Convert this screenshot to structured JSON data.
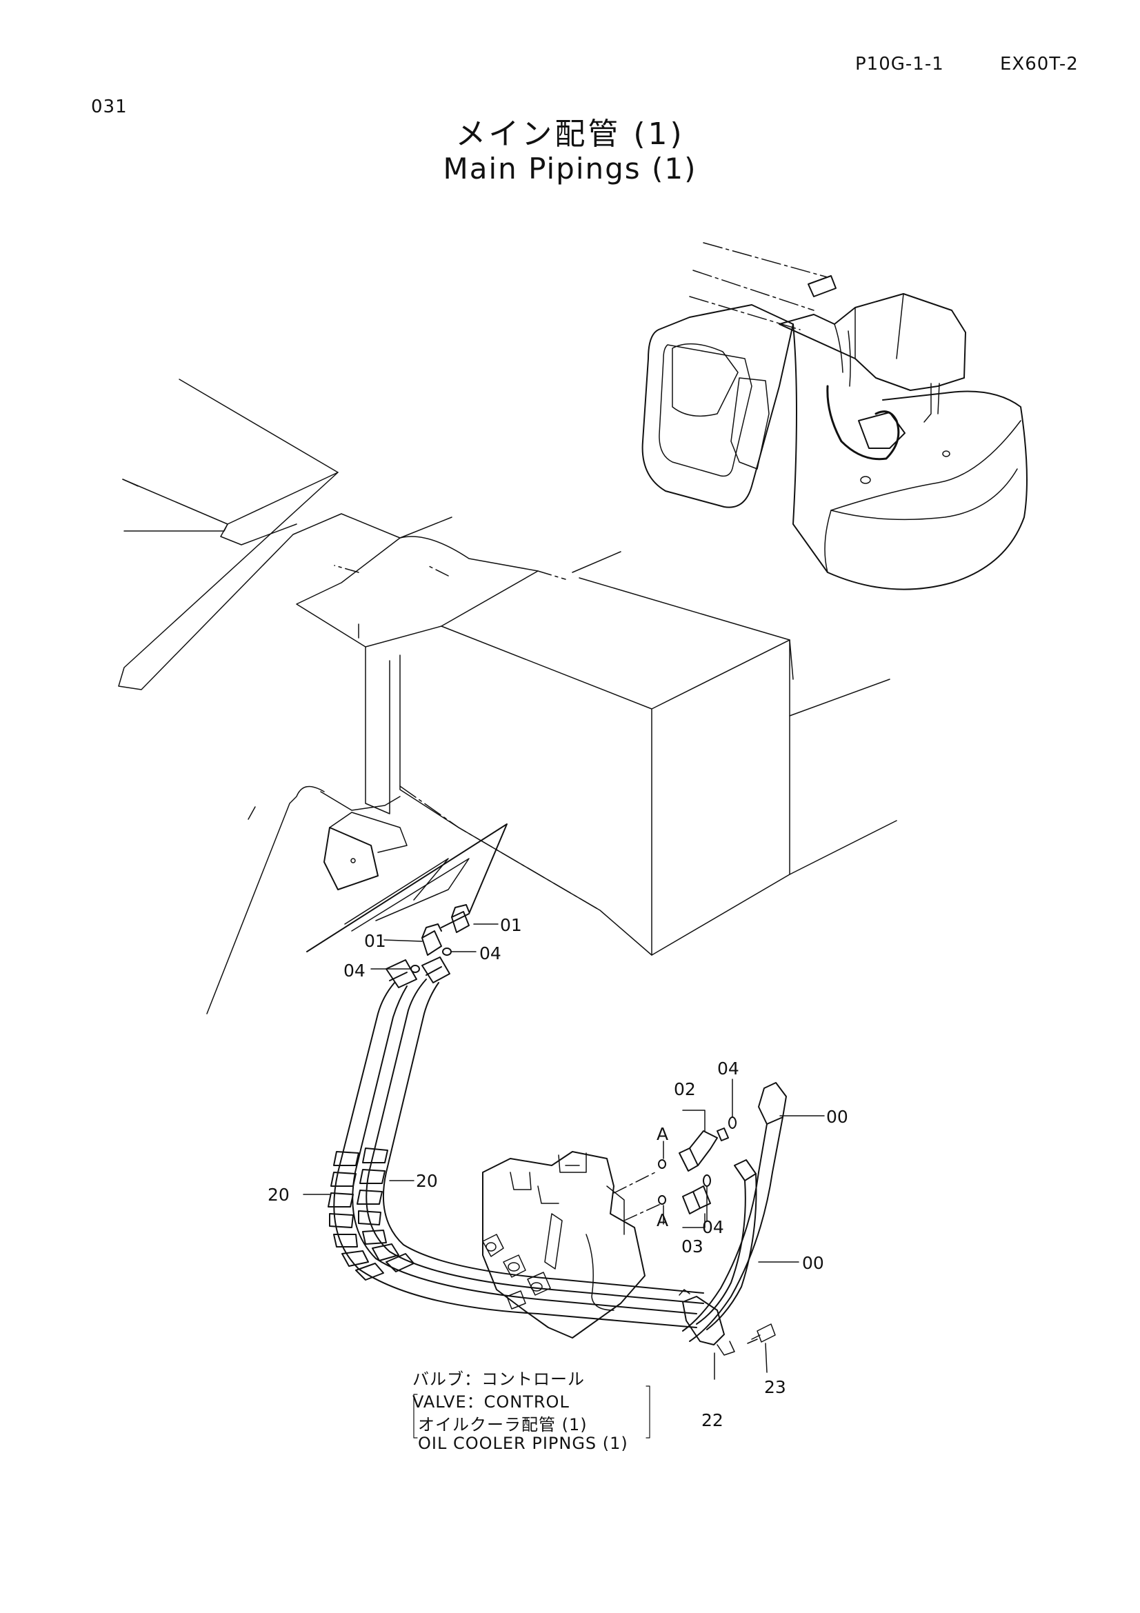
{
  "header": {
    "page_code": "P10G-1-1",
    "model": "EX60T-2",
    "sheet_number": "031"
  },
  "title": {
    "japanese": "メイン配管 (1)",
    "english": "Main Pipings (1)"
  },
  "callouts": {
    "c01_left": "01",
    "c01_right": "01",
    "c04_upper": "04",
    "c04_lower": "04",
    "c02": "02",
    "c04_top": "04",
    "cA_upper": "A",
    "c00_upper": "00",
    "cA_lower": "A",
    "c04_mid": "04",
    "c03": "03",
    "c20_left": "20",
    "c20_right": "20",
    "c00_lower": "00",
    "c23": "23",
    "c22": "22"
  },
  "notes": {
    "valve_jp": "バルブ：コントロール",
    "valve_en": "VALVE：CONTROL",
    "cooler_jp": "オイルクーラ配管 (1)",
    "cooler_en": "OIL COOLER PIPNGS (1)"
  },
  "colors": {
    "ink": "#111111",
    "paper": "#ffffff"
  }
}
